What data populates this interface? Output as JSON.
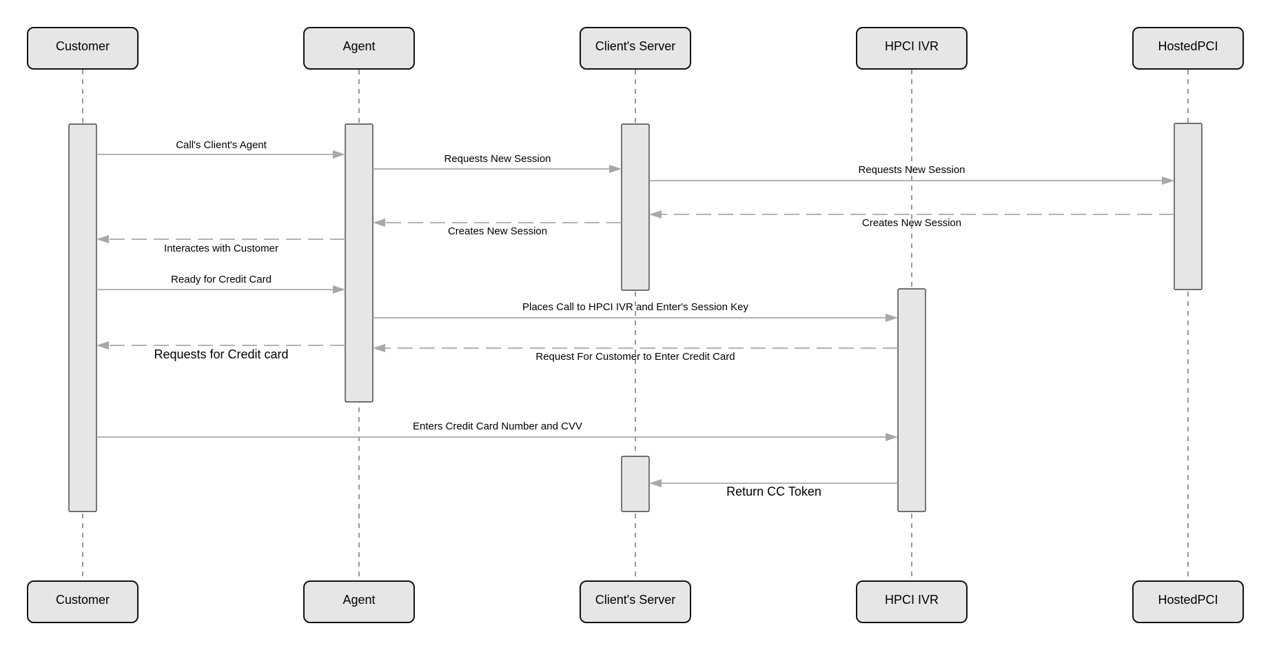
{
  "participants": [
    "Customer",
    "Agent",
    "Client's Server",
    "HPCI IVR",
    "HostedPCI"
  ],
  "messages": [
    {
      "from": 0,
      "to": 1,
      "label": "Call's Client's Agent",
      "kind": "solid"
    },
    {
      "from": 1,
      "to": 2,
      "label": "Requests New Session",
      "kind": "solid"
    },
    {
      "from": 2,
      "to": 4,
      "label": "Requests New Session",
      "kind": "solid"
    },
    {
      "from": 4,
      "to": 2,
      "label": "Creates New Session",
      "kind": "dashed"
    },
    {
      "from": 2,
      "to": 1,
      "label": "Creates New Session",
      "kind": "dashed"
    },
    {
      "from": 1,
      "to": 0,
      "label": "Interactes with Customer",
      "kind": "dashed"
    },
    {
      "from": 0,
      "to": 1,
      "label": "Ready for Credit Card",
      "kind": "solid"
    },
    {
      "from": 1,
      "to": 3,
      "label": "Places Call to HPCI IVR and Enter's Session Key",
      "kind": "solid"
    },
    {
      "from": 3,
      "to": 1,
      "label": "Request For Customer to Enter Credit Card",
      "kind": "dashed"
    },
    {
      "from": 1,
      "to": 0,
      "label": "Requests for Credit card",
      "kind": "dashed"
    },
    {
      "from": 0,
      "to": 3,
      "label": "Enters Credit Card Number and CVV",
      "kind": "solid"
    },
    {
      "from": 3,
      "to": 2,
      "label": "Return CC Token",
      "kind": "solid"
    }
  ],
  "colors": {
    "box_fill": "#e6e6e6",
    "box_stroke": "#111111",
    "arrow": "#a8a8a8",
    "lifeline": "#777777"
  }
}
